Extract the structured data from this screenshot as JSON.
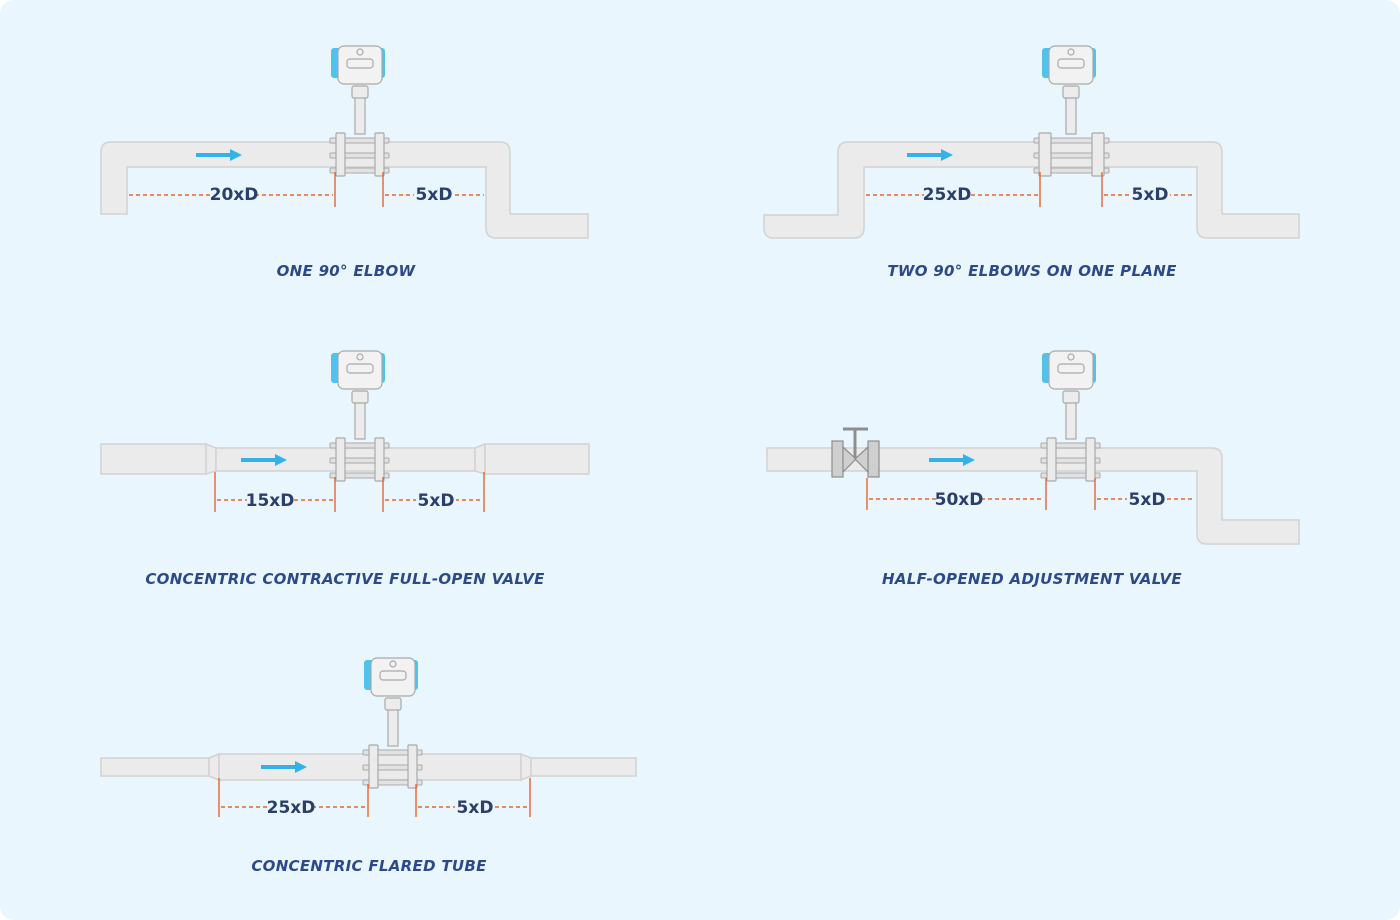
{
  "colors": {
    "background": "#eaf6fd",
    "pipe_fill": "#ebebeb",
    "dimension_line": "#e8652a",
    "flow_arrow": "#31b3e9",
    "caption_text": "#2c4a8a",
    "label_text": "#2c3e6b",
    "transmitter_accent": "#4fc3ee"
  },
  "icons": {
    "flowmeter": "vortex-flowmeter-icon",
    "flow": "flow-direction-arrow-icon",
    "valve": "gate-valve-icon"
  },
  "diagrams": [
    {
      "caption": "ONE 90° ELBOW",
      "upstream": "20xD",
      "downstream": "5xD"
    },
    {
      "caption": "TWO 90° ELBOWS ON ONE PLANE",
      "upstream": "25xD",
      "downstream": "5xD"
    },
    {
      "caption": "CONCENTRIC CONTRACTIVE FULL-OPEN VALVE",
      "upstream": "15xD",
      "downstream": "5xD"
    },
    {
      "caption": "HALF-OPENED ADJUSTMENT VALVE",
      "upstream": "50xD",
      "downstream": "5xD"
    },
    {
      "caption": "CONCENTRIC FLARED TUBE",
      "upstream": "25xD",
      "downstream": "5xD"
    }
  ]
}
